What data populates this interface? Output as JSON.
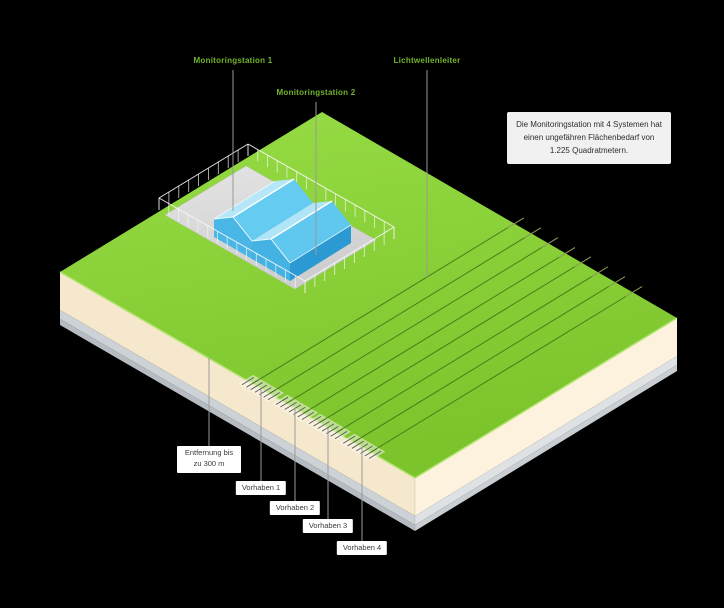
{
  "scene": {
    "title_labels": {
      "monitoringstation_1": "Monitoringstation 1",
      "monitoringstation_2": "Monitoringstation 2",
      "lichtwellenleiter": "Lichtwellenleiter"
    },
    "info_box": {
      "text": "Die Monitoringstation mit 4 Systemen hat einen ungefähren Flächenbedarf von 1.225 Quadratmetern."
    },
    "distance_label": "Entfernung bis zu 300 m",
    "vorhaben_labels": [
      "Vorhaben 1",
      "Vorhaben 2",
      "Vorhaben 3",
      "Vorhaben 4"
    ],
    "colors": {
      "background": "#000000",
      "grass_green": "#84cb31",
      "label_green": "#73b42c",
      "building_roof_light": "#b6e7f8",
      "building_roof_mid": "#63c9ef",
      "building_wall_dark": "#2f9fd6",
      "soil_cream": "#f6e8cd",
      "rock_gray_light": "#cdd2d6",
      "rock_gray_dark": "#b6bcc1",
      "pad_gray": "#d8d8d8",
      "cable_green": "#3e7014",
      "leader_gray": "#9a9a9a",
      "info_box_bg": "#f1f1f1"
    }
  }
}
